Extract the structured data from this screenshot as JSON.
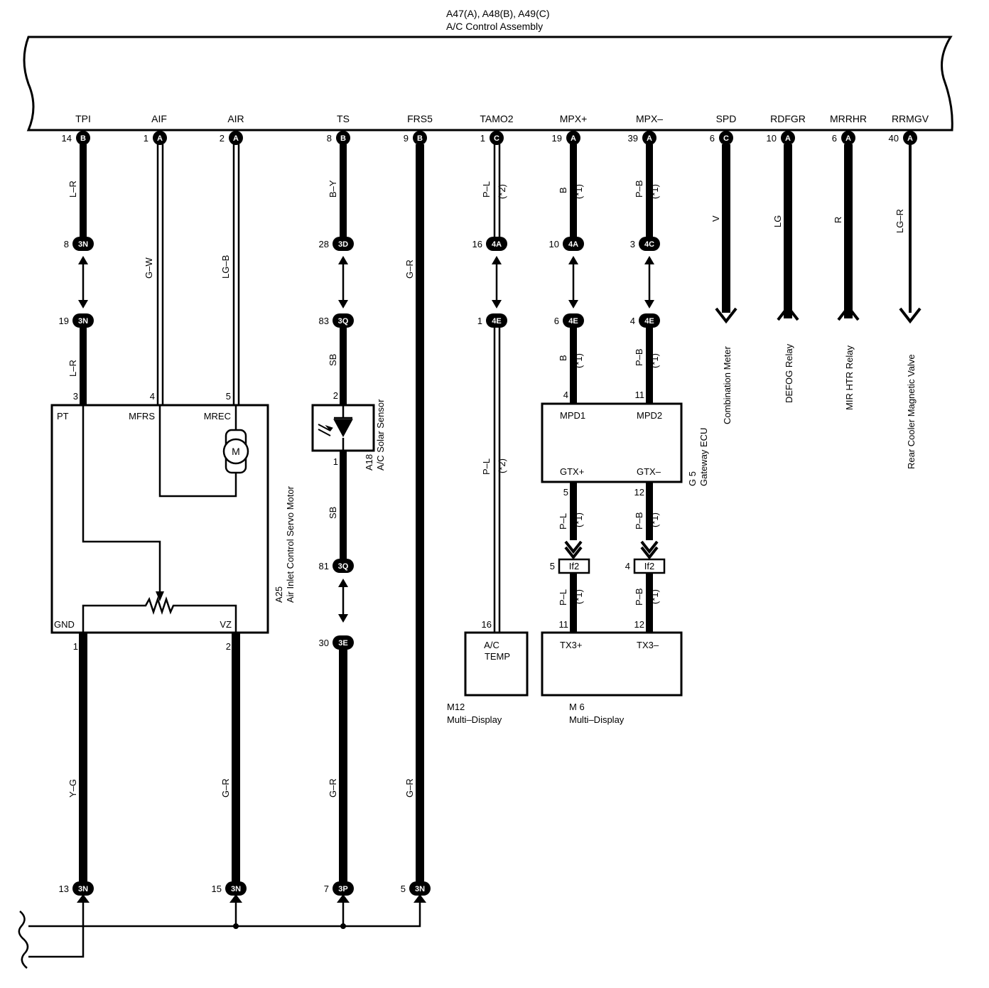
{
  "assembly": {
    "title": "A47(A), A48(B), A49(C)",
    "subtitle": "A/C Control Assembly"
  },
  "terminals": [
    {
      "name": "TPI",
      "pin": "14",
      "conn": "B"
    },
    {
      "name": "AIF",
      "pin": "1",
      "conn": "A"
    },
    {
      "name": "AIR",
      "pin": "2",
      "conn": "A"
    },
    {
      "name": "TS",
      "pin": "8",
      "conn": "B"
    },
    {
      "name": "FRS5",
      "pin": "9",
      "conn": "B"
    },
    {
      "name": "TAMO2",
      "pin": "1",
      "conn": "C"
    },
    {
      "name": "MPX+",
      "pin": "19",
      "conn": "A"
    },
    {
      "name": "MPX–",
      "pin": "39",
      "conn": "A"
    },
    {
      "name": "SPD",
      "pin": "6",
      "conn": "C"
    },
    {
      "name": "RDFGR",
      "pin": "10",
      "conn": "A"
    },
    {
      "name": "MRRHR",
      "pin": "6",
      "conn": "A"
    },
    {
      "name": "RRMGV",
      "pin": "40",
      "conn": "A"
    }
  ],
  "wire_colors": {
    "tpi_upper": "L–R",
    "tpi_mid": "L–R",
    "tpi_low": "Y–G",
    "aif": "G–W",
    "air": "LG–B",
    "vz": "G–R",
    "ts_upper": "B–Y",
    "ts_mid1": "SB",
    "ts_mid2": "SB",
    "ts_low": "G–R",
    "frs5": "G–R",
    "frs5_low": "G–R",
    "tamo2_upper": "P–L",
    "tamo2_lower": "P–L",
    "mpxp_upper": "B",
    "mpxp_mid": "B",
    "mpxp_low1": "P–L",
    "mpxp_low2": "P–L",
    "mpxm_upper": "P–B",
    "mpxm_mid": "P–B",
    "mpxm_low1": "P–B",
    "mpxm_low2": "P–B",
    "spd": "V",
    "rdfgr": "LG",
    "mrrhr": "R",
    "rrmgv": "LG–R"
  },
  "notes": {
    "n1": "(*1)",
    "n2": "(*2)"
  },
  "connectors": {
    "c3n_a": {
      "pin": "8",
      "id": "3N"
    },
    "c3n_b": {
      "pin": "19",
      "id": "3N"
    },
    "c3d": {
      "pin": "28",
      "id": "3D"
    },
    "c3q_a": {
      "pin": "83",
      "id": "3Q"
    },
    "c3q_b": {
      "pin": "81",
      "id": "3Q"
    },
    "c3e": {
      "pin": "30",
      "id": "3E"
    },
    "c4a_a": {
      "pin": "16",
      "id": "4A"
    },
    "c4a_b": {
      "pin": "10",
      "id": "4A"
    },
    "c4c": {
      "pin": "3",
      "id": "4C"
    },
    "c4e_a": {
      "pin": "1",
      "id": "4E"
    },
    "c4e_b": {
      "pin": "6",
      "id": "4E"
    },
    "c4e_c": {
      "pin": "4",
      "id": "4E"
    },
    "c3n_c": {
      "pin": "13",
      "id": "3N"
    },
    "c3n_d": {
      "pin": "15",
      "id": "3N"
    },
    "c3p": {
      "pin": "7",
      "id": "3P"
    },
    "c3n_e": {
      "pin": "5",
      "id": "3N"
    },
    "if2_a": {
      "pin": "5",
      "id": "If2"
    },
    "if2_b": {
      "pin": "4",
      "id": "If2"
    }
  },
  "servo": {
    "code": "A25",
    "name": "Air Inlet Control Servo Motor",
    "pins": {
      "pt": "3",
      "mfrs": "4",
      "mrec": "5",
      "gnd": "1",
      "vz": "2"
    },
    "labels": {
      "pt": "PT",
      "mfrs": "MFRS",
      "mrec": "MREC",
      "gnd": "GND",
      "vz": "VZ",
      "motor": "M"
    }
  },
  "solar": {
    "code": "A18",
    "name": "A/C Solar Sensor",
    "pin_top": "2",
    "pin_bottom": "1"
  },
  "gateway": {
    "code": "G 5",
    "name": "Gateway ECU",
    "pins": {
      "mpd1": "4",
      "mpd2": "11",
      "gtxp": "5",
      "gtxm": "12"
    },
    "labels": {
      "mpd1": "MPD1",
      "mpd2": "MPD2",
      "gtxp": "GTX+",
      "gtxm": "GTX–"
    }
  },
  "m12": {
    "code": "M12",
    "name": "Multi–Display",
    "pin": "16",
    "label1": "A/C",
    "label2": "TEMP"
  },
  "m6": {
    "code": "M 6",
    "name": "Multi–Display",
    "pin_a": "11",
    "pin_b": "12",
    "label_a": "TX3+",
    "label_b": "TX3–"
  },
  "destinations": {
    "spd": "Combination Meter",
    "rdfgr": "DEFOG Relay",
    "mrrhr": "MIR HTR Relay",
    "rrmgv": "Rear Cooler Magnetic Valve"
  }
}
